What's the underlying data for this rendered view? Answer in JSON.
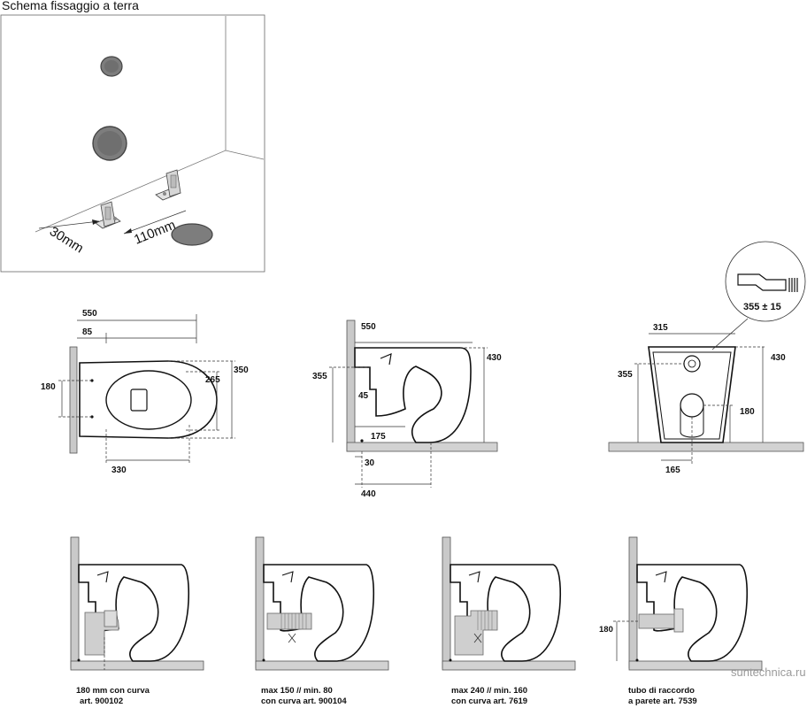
{
  "top_panel": {
    "title": "Schema fissaggio a terra",
    "dim_30": "30mm",
    "dim_110": "110mm"
  },
  "top_view": {
    "dim_550": "550",
    "dim_85": "85",
    "dim_180": "180",
    "dim_350": "350",
    "dim_265": "265",
    "dim_330": "330"
  },
  "side_view": {
    "dim_550": "550",
    "dim_430": "430",
    "dim_355": "355",
    "dim_45": "45",
    "dim_175": "175",
    "dim_30": "30",
    "dim_440": "440"
  },
  "front_view": {
    "dim_315": "315",
    "dim_430": "430",
    "dim_355": "355",
    "dim_180": "180",
    "dim_165": "165",
    "callout": "355 ± 15"
  },
  "variants": [
    {
      "line1": "180 mm con curva",
      "line2": "art. 900102"
    },
    {
      "line1": "max 150 // min. 80",
      "line2": "con curva art. 900104"
    },
    {
      "line1": "max 240 // min. 160",
      "line2": "con curva art. 7619"
    },
    {
      "line1": "tubo di raccordo",
      "line2": "a parete art. 7539"
    }
  ],
  "variant4_dim": "180",
  "watermark": "suntechnica.ru"
}
